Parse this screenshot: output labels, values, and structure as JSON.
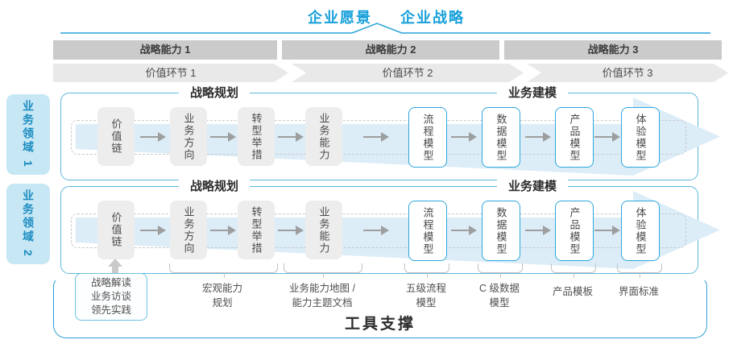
{
  "title": {
    "vision": "企业愿景",
    "strategy": "企业战略"
  },
  "capability_bar": {
    "items": [
      "战略能力 1",
      "战略能力 2",
      "战略能力 3"
    ]
  },
  "value_chain_bar": {
    "items": [
      "价值环节 1",
      "价值环节 2",
      "价值环节 3"
    ]
  },
  "domains": {
    "items": [
      "业务领域 1",
      "业务领域 2"
    ]
  },
  "rows": [
    {
      "section_planning": "战略规划",
      "section_modeling": "业务建模",
      "boxes": [
        "价值链",
        "业务方向",
        "转型举措",
        "业务能力",
        "流程模型",
        "数据模型",
        "产品模型",
        "体验模型"
      ]
    },
    {
      "section_planning": "战略规划",
      "section_modeling": "业务建模",
      "boxes": [
        "价值链",
        "业务方向",
        "转型举措",
        "业务能力",
        "流程模型",
        "数据模型",
        "产品模型",
        "体验模型"
      ]
    }
  ],
  "callouts": {
    "source_box": {
      "lines": [
        "战略解读",
        "业务访谈",
        "领先实践"
      ]
    },
    "labels": [
      {
        "lines": [
          "宏观能力",
          "规划"
        ]
      },
      {
        "lines": [
          "业务能力地图 /",
          "能力主题文档"
        ]
      },
      {
        "lines": [
          "五级流程",
          "模型"
        ]
      },
      {
        "lines": [
          "C 级数据",
          "模型"
        ]
      },
      {
        "lines": [
          "产品模板"
        ]
      },
      {
        "lines": [
          "界面标准"
        ]
      }
    ]
  },
  "footer": {
    "label": "工具支撑"
  },
  "colors": {
    "accent_blue": "#17a0da",
    "row_border": "#5cb8dc",
    "box_border": "#2ea7dc",
    "arrow_band": "#dcedf8",
    "capability_bar_bg": "#cbcbcb",
    "value_bar_bg": "#e9e9e9",
    "domain_bg": "#c7e7f5",
    "domain_text": "#1b8cc0",
    "small_arrow": "#9e9e9e",
    "footer_border": "#2f9fd6"
  }
}
